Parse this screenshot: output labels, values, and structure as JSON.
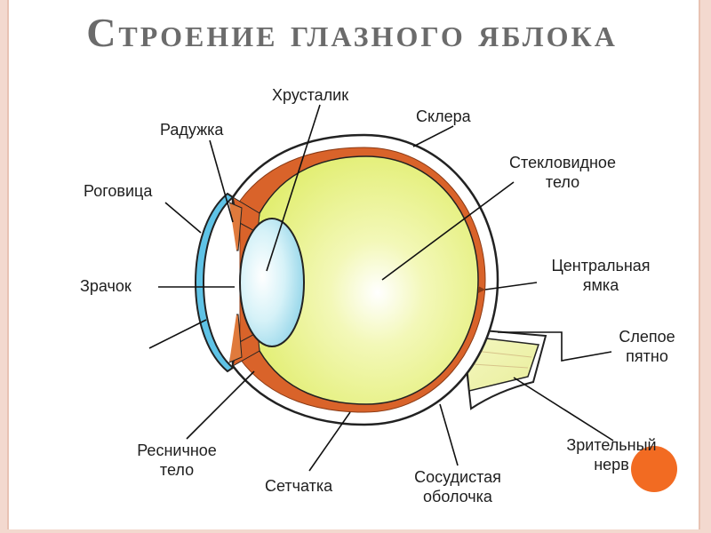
{
  "title": "Строение глазного яблока",
  "labels": {
    "lens": "Хрусталик",
    "sclera": "Склера",
    "iris": "Радужка",
    "vitreous_line1": "Стекловидное",
    "vitreous_line2": "тело",
    "cornea": "Роговица",
    "fovea_line1": "Центральная",
    "fovea_line2": "ямка",
    "pupil": "Зрачок",
    "blind_spot_line1": "Слепое",
    "blind_spot_line2": "пятно",
    "ciliary_line1": "Ресничное",
    "ciliary_line2": "тело",
    "retina": "Сетчатка",
    "choroid_line1": "Сосудистая",
    "choroid_line2": "оболочка",
    "optic_nerve_line1": "Зрительный",
    "optic_nerve_line2": "нерв"
  },
  "colors": {
    "vitreous": "#e4f07a",
    "choroid": "#d9632a",
    "sclera": "#ffffff",
    "lens": "#bfe9f2",
    "cornea": "#5fc3e6",
    "accent_dot": "#f26b22",
    "title": "#6b6b6b"
  }
}
